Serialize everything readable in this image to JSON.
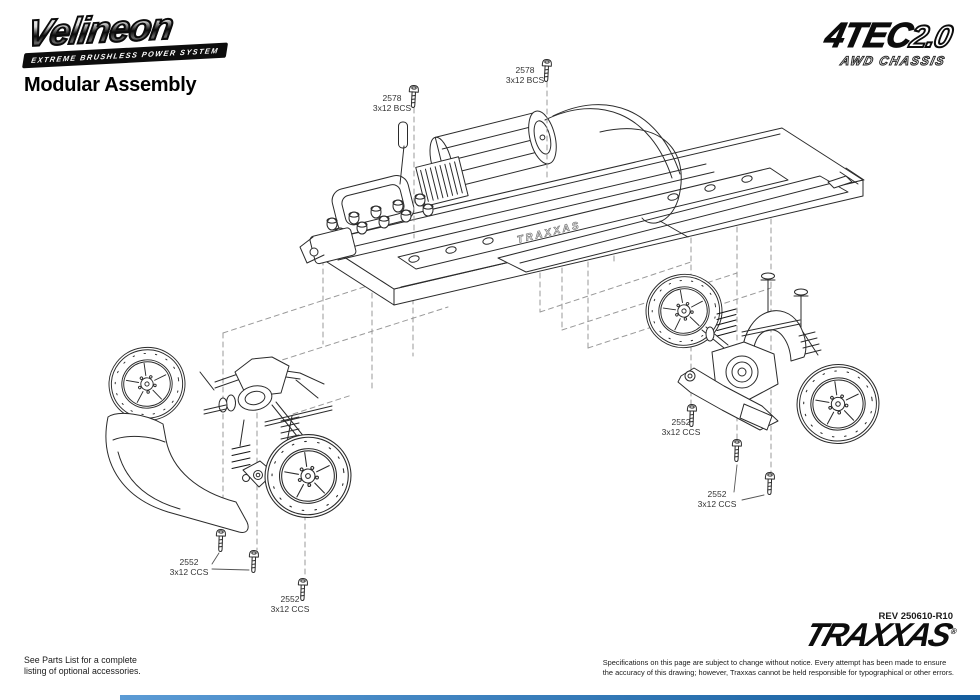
{
  "header": {
    "brand_name": "Velineon",
    "brand_tagline": "EXTREME BRUSHLESS POWER SYSTEM",
    "page_title": "Modular Assembly",
    "model_name": "4TEC",
    "model_version": "2.0",
    "model_subtitle": "AWD CHASSIS"
  },
  "diagram": {
    "chassis_molding": "TRAXXAS",
    "callouts": [
      {
        "part": "2578",
        "spec": "3x12 BCS"
      },
      {
        "part": "2578",
        "spec": "3x12 BCS"
      },
      {
        "part": "2552",
        "spec": "3x12 CCS"
      },
      {
        "part": "2552",
        "spec": "3x12 CCS"
      },
      {
        "part": "2552",
        "spec": "3x12 CCS"
      },
      {
        "part": "2552",
        "spec": "3x12 CCS"
      }
    ]
  },
  "footer": {
    "parts_note_line1": "See Parts List for a complete",
    "parts_note_line2": "listing of optional accessories.",
    "revision": "REV 250610-R10",
    "brand_logo": "TRAXXAS",
    "registered_mark": "®",
    "disclaimer_line1": "Specifications on this page are subject to change without notice.  Every attempt has been made to ensure",
    "disclaimer_line2": "the accuracy of this drawing; however, Traxxas cannot be held responsible for typographical or other errors."
  },
  "colors": {
    "accent_blue": "#135d9e",
    "line_color": "#2b2b2b",
    "guide_color": "#999999"
  }
}
